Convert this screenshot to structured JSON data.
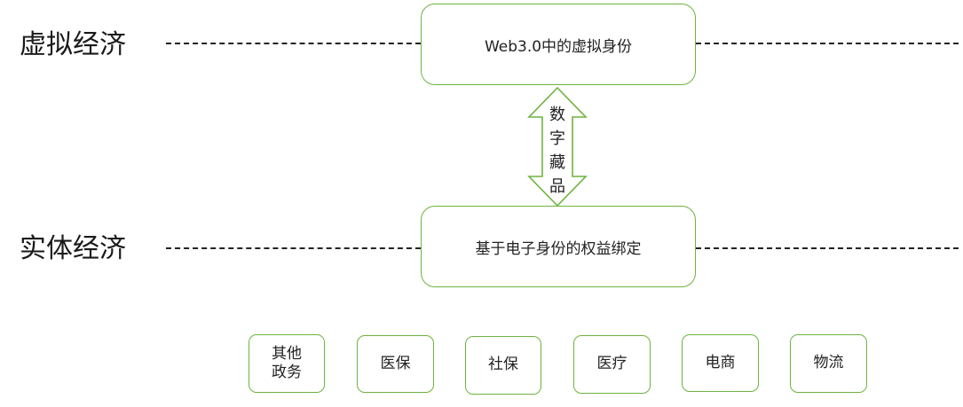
{
  "layers": {
    "virtual": "虚拟经济",
    "physical": "实体经济"
  },
  "top_box": "Web3.0中的虚拟身份",
  "middle_box": "基于电子身份的权益绑定",
  "arrow_label": [
    "数",
    "字",
    "藏",
    "品"
  ],
  "sectors": [
    "其他\n政务",
    "医保",
    "社保",
    "医疗",
    "电商",
    "物流"
  ],
  "colors": {
    "accent_green": "#6db33f",
    "dash_line": "#222222"
  }
}
